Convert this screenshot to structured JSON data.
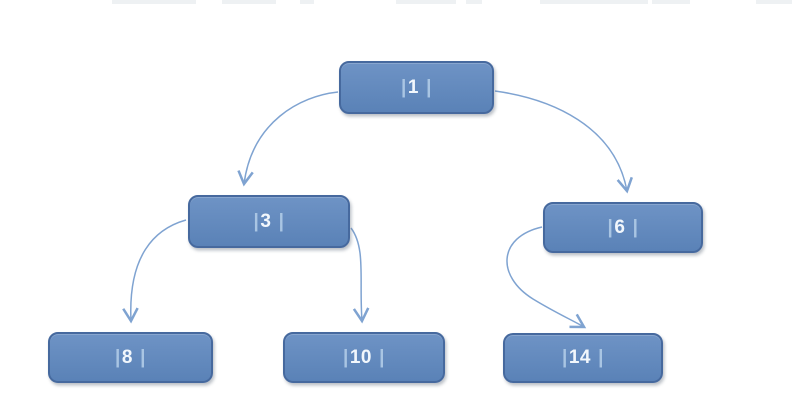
{
  "diagram": {
    "kind": "binary-tree",
    "nodes": [
      {
        "id": "1",
        "value": "1",
        "pipe": "|"
      },
      {
        "id": "3",
        "value": "3",
        "pipe": "|"
      },
      {
        "id": "6",
        "value": "6",
        "pipe": "|"
      },
      {
        "id": "8",
        "value": "8",
        "pipe": "|"
      },
      {
        "id": "10",
        "value": "10",
        "pipe": "|"
      },
      {
        "id": "14",
        "value": "14",
        "pipe": "|"
      }
    ],
    "edges": [
      {
        "from": "1",
        "to": "3"
      },
      {
        "from": "1",
        "to": "6"
      },
      {
        "from": "3",
        "to": "8"
      },
      {
        "from": "3",
        "to": "10"
      },
      {
        "from": "6",
        "to": "14"
      }
    ]
  },
  "colors": {
    "node-fill-top": "#6e93c5",
    "node-fill-bottom": "#5a82b7",
    "node-border": "#46699e",
    "node-text": "#f2f7fc",
    "node-pipe": "#a9c5e3",
    "arrow-color": "#7fa3d1",
    "background": "#ffffff"
  }
}
